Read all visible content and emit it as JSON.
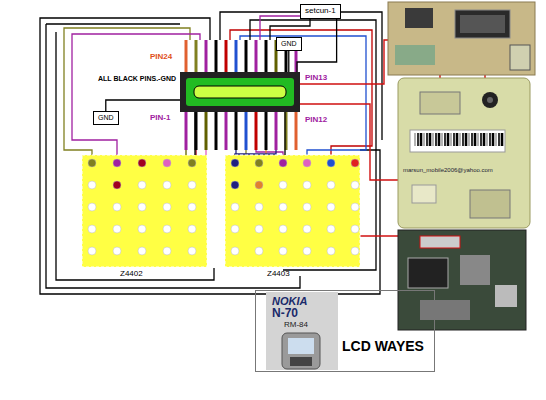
{
  "diagram": {
    "nodes": [
      {
        "text": [
          "setcun-1"
        ]
      },
      {
        "text": [
          "GND"
        ]
      },
      {
        "text": [
          "ALL BLACK PINS.-GND"
        ]
      },
      {
        "text": [
          "GND"
        ]
      },
      {
        "text": [
          "Z4402"
        ]
      },
      {
        "text": [
          "Z4403"
        ]
      },
      {
        "text": [
          "NOKIA",
          "N-70",
          "RM-84",
          "LCD WAYES"
        ]
      }
    ],
    "edges": [
      {
        "from": 0,
        "to": 2,
        "arrow": "none"
      },
      {
        "from": 1,
        "to": 2,
        "arrow": "none"
      },
      {
        "from": 3,
        "to": 2,
        "arrow": "none"
      },
      {
        "from": 2,
        "to": 4,
        "arrow": "none"
      },
      {
        "from": 2,
        "to": 5,
        "arrow": "none"
      }
    ],
    "labels": [
      "PIN24",
      "PIN13",
      "PIN-1",
      "PIN12",
      "marsun_mobile2006@yahoo.com"
    ]
  }
}
